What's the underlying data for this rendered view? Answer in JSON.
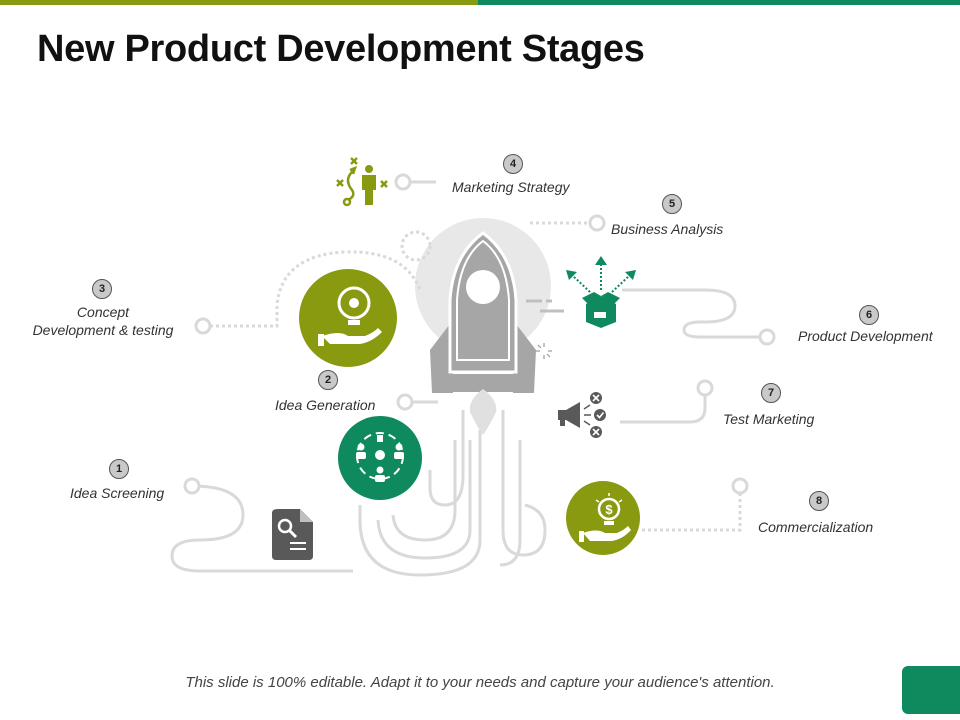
{
  "title": "New Product Development Stages",
  "footer": "This slide is 100% editable. Adapt it to your needs and capture your audience's attention.",
  "stages": [
    {
      "number": "1",
      "label": "Idea Screening"
    },
    {
      "number": "2",
      "label": "Idea Generation"
    },
    {
      "number": "3",
      "label_line1": "Concept",
      "label_line2": "Development & testing"
    },
    {
      "number": "4",
      "label": "Marketing Strategy"
    },
    {
      "number": "5",
      "label": "Business Analysis"
    },
    {
      "number": "6",
      "label": "Product Development"
    },
    {
      "number": "7",
      "label": "Test Marketing"
    },
    {
      "number": "8",
      "label": "Commercialization"
    }
  ],
  "colors": {
    "olive": "#8a9a10",
    "green": "#0f8a5f",
    "line_gray": "#d9d9d9",
    "rocket_gray": "#a6a6a6"
  },
  "icons": [
    "document-search-icon",
    "team-idea-icon",
    "lightbulb-gear-hand-icon",
    "strategy-play-icon",
    "box-arrows-icon",
    "megaphone-check-icon",
    "dollar-bulb-hand-icon",
    "rocket-icon"
  ]
}
